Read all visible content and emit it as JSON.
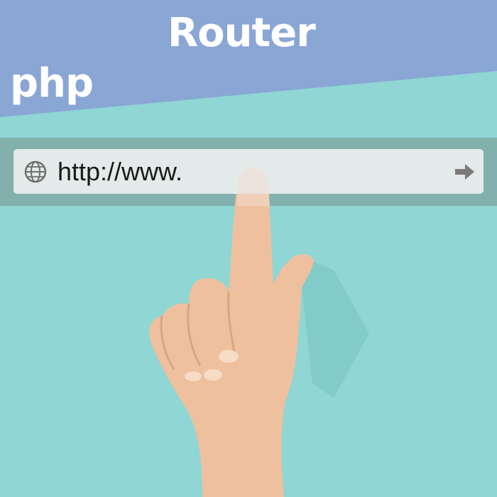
{
  "title": "Router",
  "brand": "php",
  "address_bar": {
    "url": "http://www.",
    "globe_icon": "globe-icon",
    "go_icon": "arrow-right-icon"
  },
  "colors": {
    "background": "#8fd6d5",
    "banner": "#8aa6d5",
    "address_bar_bg": "#e2ebea",
    "skin": "#efc09e"
  }
}
